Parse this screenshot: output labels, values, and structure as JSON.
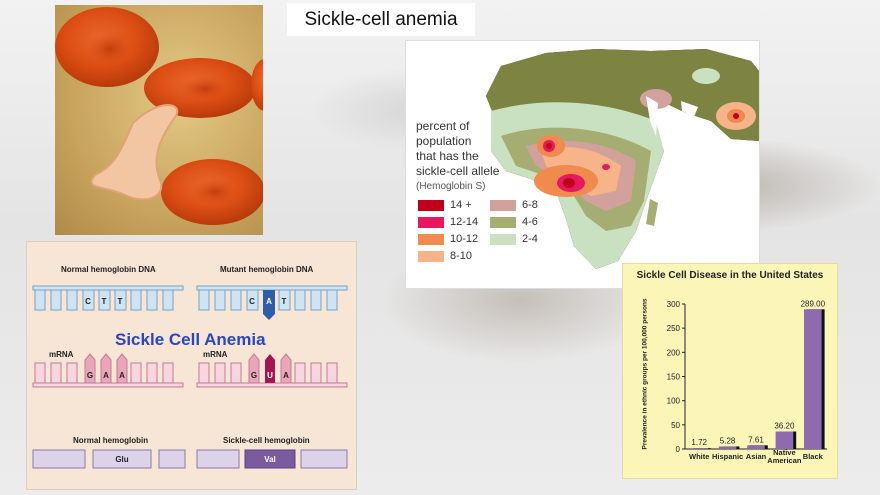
{
  "slide": {
    "title": "Sickle-cell anemia"
  },
  "map": {
    "caption_lines": [
      "percent of",
      "population",
      "that has the",
      "sickle-cell allele"
    ],
    "caption_sub": "(Hemoglobin S)",
    "legend": [
      {
        "label": "14 +",
        "color": "#c0001a"
      },
      {
        "label": "12-14",
        "color": "#e5195f"
      },
      {
        "label": "10-12",
        "color": "#f08a4f"
      },
      {
        "label": "8-10",
        "color": "#f6b488"
      },
      {
        "label": "6-8",
        "color": "#d3a19b"
      },
      {
        "label": "4-6",
        "color": "#a6ad72"
      },
      {
        "label": "2-4",
        "color": "#c9e0c1"
      }
    ],
    "base_color": "#7d8442"
  },
  "dna": {
    "normal_dna_label": "Normal hemoglobin DNA",
    "mutant_dna_label": "Mutant hemoglobin DNA",
    "normal_dna_bases": [
      "C",
      "T",
      "T"
    ],
    "mutant_dna_bases": [
      "C",
      "A",
      "T"
    ],
    "title": "Sickle Cell Anemia",
    "mrna_label_left": "mRNA",
    "mrna_label_right": "mRNA",
    "normal_mrna_bases": [
      "G",
      "A",
      "A"
    ],
    "mutant_mrna_bases": [
      "G",
      "U",
      "A"
    ],
    "normal_protein_label": "Normal hemoglobin",
    "sickle_protein_label": "Sickle-cell hemoglobin",
    "normal_amino": "Glu",
    "sickle_amino": "Val"
  },
  "chart_data": {
    "type": "bar",
    "title": "Sickle Cell Disease in the United States",
    "ylabel": "Prevalence in ethnic groups per 100,000 persons",
    "xlabel": "",
    "categories": [
      "White",
      "Hispanic",
      "Asian",
      "Native American",
      "Black"
    ],
    "category_lines": [
      [
        "White"
      ],
      [
        "Hispanic"
      ],
      [
        "Asian"
      ],
      [
        "Native",
        "American"
      ],
      [
        "Black"
      ]
    ],
    "values": [
      1.72,
      5.28,
      7.61,
      36.2,
      289.0
    ],
    "value_labels": [
      "1.72",
      "5.28",
      "7.61",
      "36.20",
      "289.00"
    ],
    "ylim": [
      0,
      300
    ],
    "yticks": [
      0,
      50,
      100,
      150,
      200,
      250,
      300
    ],
    "bar_color": "#8e6bb0",
    "shadow_color": "#111111",
    "grid": false,
    "legend": "none"
  }
}
